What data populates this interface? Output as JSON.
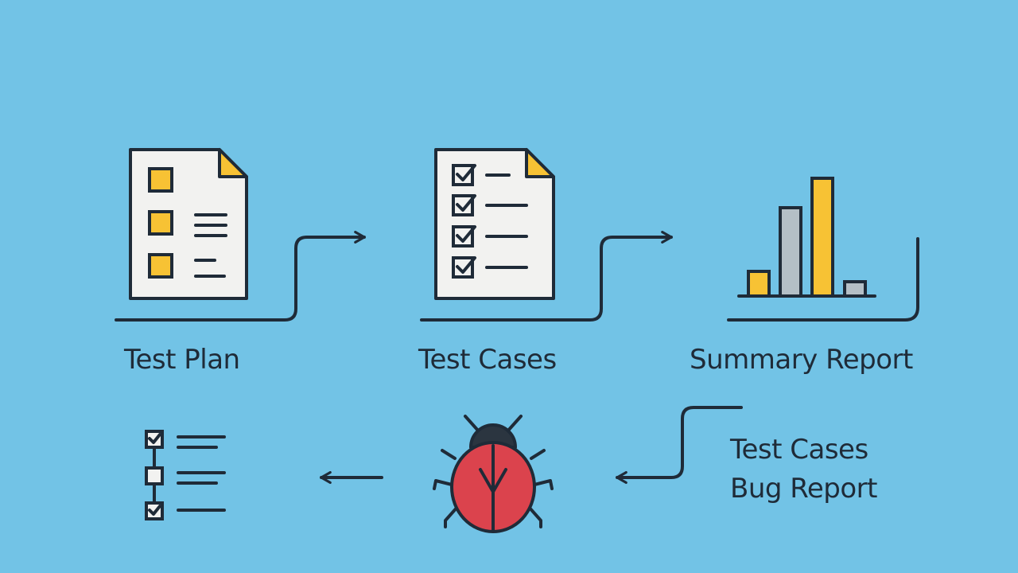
{
  "labels": {
    "test_plan": "Test Plan",
    "test_cases": "Test Cases",
    "summary_report": "Summary Report",
    "test_cases_2": "Test Cases",
    "bug_report": "Bug Report"
  },
  "colors": {
    "background": "#72c3e6",
    "ink": "#1f2b38",
    "paper": "#f2f2f0",
    "accent_yellow": "#f7c234",
    "bug_red": "#db434d",
    "bug_head": "#2b3540",
    "bar_gray": "#b4bfc6"
  },
  "icons": [
    "document-checklist-icon",
    "document-checkbox-icon",
    "bar-chart-icon",
    "ladybug-icon",
    "flow-checklist-icon"
  ]
}
